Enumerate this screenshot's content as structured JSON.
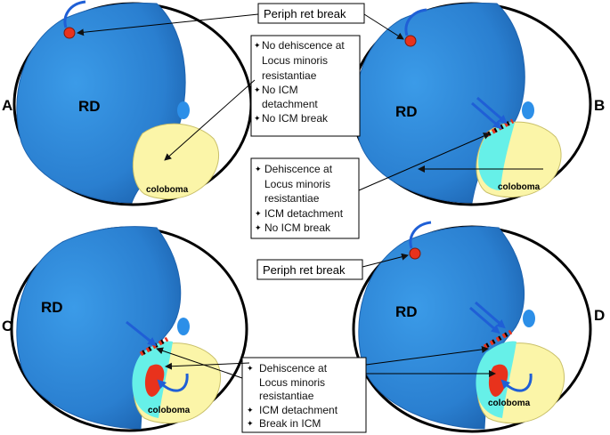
{
  "panels": {
    "a": {
      "letter": "A",
      "rd": "RD",
      "coloboma": "coloboma"
    },
    "b": {
      "letter": "B",
      "rd": "RD",
      "coloboma": "coloboma"
    },
    "c": {
      "letter": "C",
      "rd": "RD",
      "coloboma": "coloboma"
    },
    "d": {
      "letter": "D",
      "rd": "RD",
      "coloboma": "coloboma"
    }
  },
  "callouts": {
    "periph_top": "Periph ret break",
    "periph_bottom": "Periph ret break",
    "box_a": {
      "bullet": "✦",
      "lines": [
        "No dehiscence at",
        "Locus minoris",
        "resistantiae",
        "No ICM",
        "detachment",
        "No ICM break"
      ]
    },
    "box_b": {
      "bullet": "✦",
      "lines": [
        "Dehiscence at",
        "Locus minoris",
        "resistantiae",
        "ICM detachment",
        "No ICM break"
      ]
    },
    "box_c": {
      "bullet": "✦",
      "lines": [
        "Dehiscence at",
        "Locus minoris",
        "resistantiae",
        "ICM detachment",
        "Break in ICM"
      ]
    }
  },
  "colors": {
    "rd_blue": "#2e86d6",
    "rd_dark": "#1a5fa8",
    "coloboma_yellow": "#fbf5a8",
    "icm_cyan": "#66f0e8",
    "break_red": "#e8321c",
    "arrow_blue": "#1f5fd6"
  }
}
